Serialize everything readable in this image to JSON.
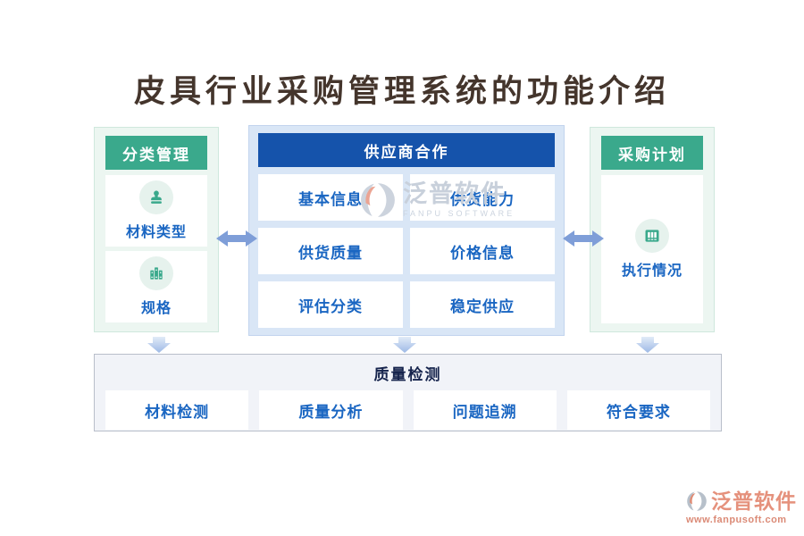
{
  "title": "皮具行业采购管理系统的功能介绍",
  "panels": {
    "left": {
      "header": "分类管理",
      "items": [
        {
          "label": "材料类型",
          "icon": "stamp-icon"
        },
        {
          "label": "规格",
          "icon": "binders-icon"
        }
      ]
    },
    "center": {
      "header": "供应商合作",
      "items": [
        {
          "label": "基本信息"
        },
        {
          "label": "供货能力"
        },
        {
          "label": "供货质量"
        },
        {
          "label": "价格信息"
        },
        {
          "label": "评估分类"
        },
        {
          "label": "稳定供应"
        }
      ]
    },
    "right": {
      "header": "采购计划",
      "items": [
        {
          "label": "执行情况",
          "icon": "archive-icon"
        }
      ]
    },
    "bottom": {
      "header": "质量检测",
      "items": [
        {
          "label": "材料检测"
        },
        {
          "label": "质量分析"
        },
        {
          "label": "问题追溯"
        },
        {
          "label": "符合要求"
        }
      ]
    }
  },
  "watermarks": {
    "center": {
      "name": "泛普软件",
      "subtitle": "FANPU SOFTWARE"
    },
    "corner": {
      "name": "泛普软件",
      "url": "www.fanpusoft.com"
    }
  },
  "colors": {
    "accent_green": "#3aa98c",
    "accent_blue": "#1553ab",
    "link_blue": "#1a66c2",
    "navy_text": "#16244d",
    "title_brown": "#44352c",
    "arrow_blue": "#7f9ed8",
    "watermark_salmon": "#e5917c"
  }
}
